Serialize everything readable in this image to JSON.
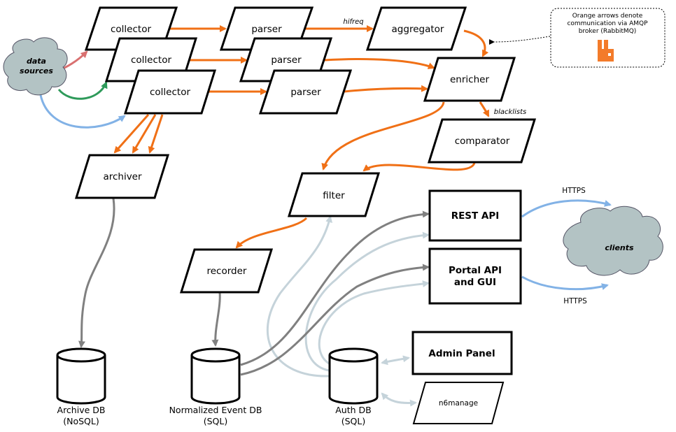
{
  "title": "n6 architecture diagram",
  "colors": {
    "amqp": "#f07016",
    "write": "#808080",
    "read": "#c5d3da",
    "https": "#82b2e6",
    "source_red": "#d97070",
    "source_green": "#2e9a5a",
    "source_blue": "#82b2e6",
    "cloud_fill": "#b3c3c4",
    "rabbitmq": "#f37b2a"
  },
  "note": {
    "lines": [
      "Orange arrows denote",
      "communication via AMQP",
      "broker (RabbitMQ)"
    ],
    "icon": "rabbitmq-logo-icon"
  },
  "clouds": {
    "data_sources": [
      "data",
      "sources"
    ],
    "clients": "clients"
  },
  "components": {
    "collector_1": "collector",
    "collector_2": "collector",
    "collector_3": "collector",
    "parser_1": "parser",
    "parser_2": "parser",
    "parser_3": "parser",
    "aggregator": "aggregator",
    "enricher": "enricher",
    "comparator": "comparator",
    "archiver": "archiver",
    "filter": "filter",
    "recorder": "recorder",
    "n6manage": "n6manage"
  },
  "services": {
    "rest_api": "REST API",
    "portal_api": [
      "Portal API",
      "and GUI"
    ],
    "admin_panel": "Admin Panel"
  },
  "databases": {
    "archive": [
      "Archive DB",
      "(NoSQL)"
    ],
    "event": [
      "Normalized Event DB",
      "(SQL)"
    ],
    "auth": [
      "Auth DB",
      "(SQL)"
    ]
  },
  "edge_labels": {
    "hifreq": "hifreq",
    "blacklists": "blacklists",
    "https_top": "HTTPS",
    "https_bottom": "HTTPS"
  }
}
